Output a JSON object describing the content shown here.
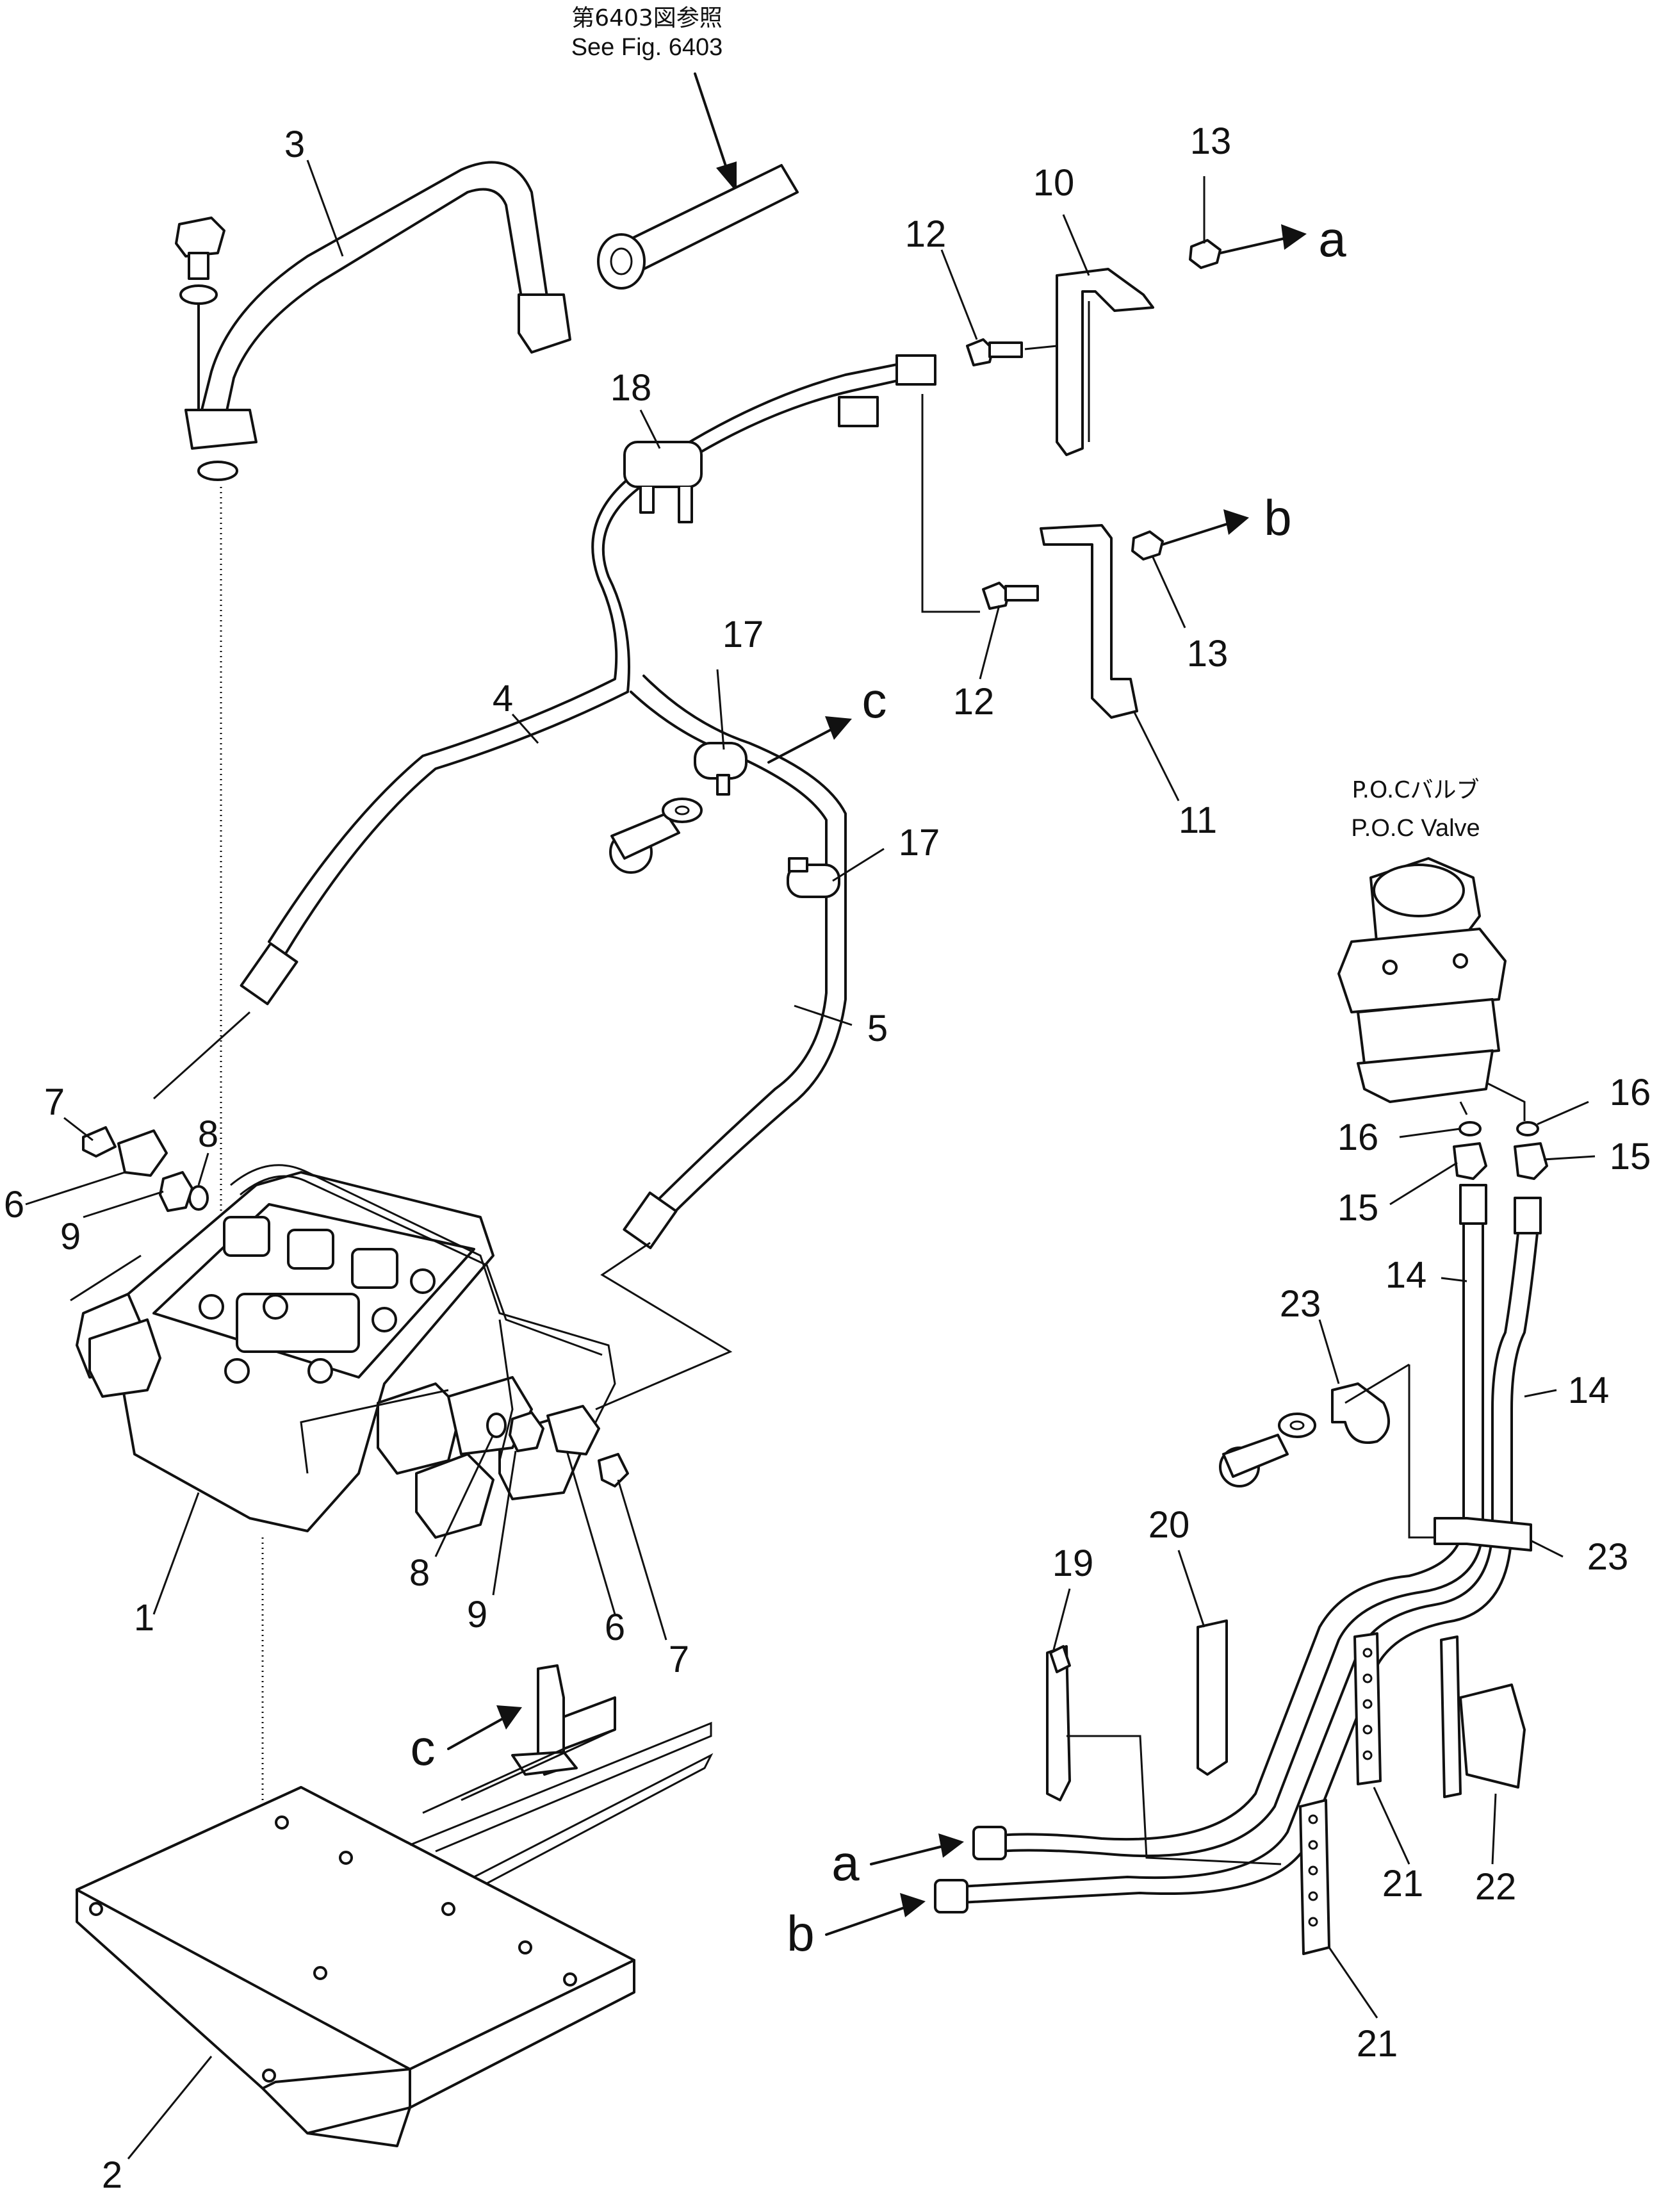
{
  "references": {
    "fig_ref_jp": "第6403図参照",
    "fig_ref_en": "See Fig. 6403",
    "poc_valve_jp": "P.O.Cバルブ",
    "poc_valve_en": "P.O.C Valve"
  },
  "callouts": [
    {
      "id": "c1",
      "text": "1"
    },
    {
      "id": "c2",
      "text": "2"
    },
    {
      "id": "c3",
      "text": "3"
    },
    {
      "id": "c4",
      "text": "4"
    },
    {
      "id": "c5",
      "text": "5"
    },
    {
      "id": "c6a",
      "text": "6"
    },
    {
      "id": "c6b",
      "text": "6"
    },
    {
      "id": "c7a",
      "text": "7"
    },
    {
      "id": "c7b",
      "text": "7"
    },
    {
      "id": "c8a",
      "text": "8"
    },
    {
      "id": "c8b",
      "text": "8"
    },
    {
      "id": "c9a",
      "text": "9"
    },
    {
      "id": "c9b",
      "text": "9"
    },
    {
      "id": "c10",
      "text": "10"
    },
    {
      "id": "c11",
      "text": "11"
    },
    {
      "id": "c12a",
      "text": "12"
    },
    {
      "id": "c12b",
      "text": "12"
    },
    {
      "id": "c13a",
      "text": "13"
    },
    {
      "id": "c13b",
      "text": "13"
    },
    {
      "id": "c14a",
      "text": "14"
    },
    {
      "id": "c14b",
      "text": "14"
    },
    {
      "id": "c15a",
      "text": "15"
    },
    {
      "id": "c15b",
      "text": "15"
    },
    {
      "id": "c16a",
      "text": "16"
    },
    {
      "id": "c16b",
      "text": "16"
    },
    {
      "id": "c17a",
      "text": "17"
    },
    {
      "id": "c17b",
      "text": "17"
    },
    {
      "id": "c18",
      "text": "18"
    },
    {
      "id": "c19",
      "text": "19"
    },
    {
      "id": "c20",
      "text": "20"
    },
    {
      "id": "c21a",
      "text": "21"
    },
    {
      "id": "c21b",
      "text": "21"
    },
    {
      "id": "c22",
      "text": "22"
    },
    {
      "id": "c23a",
      "text": "23"
    },
    {
      "id": "c23b",
      "text": "23"
    }
  ],
  "connection_letters": [
    {
      "id": "a_top",
      "text": "a"
    },
    {
      "id": "b_top",
      "text": "b"
    },
    {
      "id": "c_top",
      "text": "c"
    },
    {
      "id": "c_bottom",
      "text": "c"
    },
    {
      "id": "a_bottom",
      "text": "a"
    },
    {
      "id": "b_bottom",
      "text": "b"
    }
  ]
}
